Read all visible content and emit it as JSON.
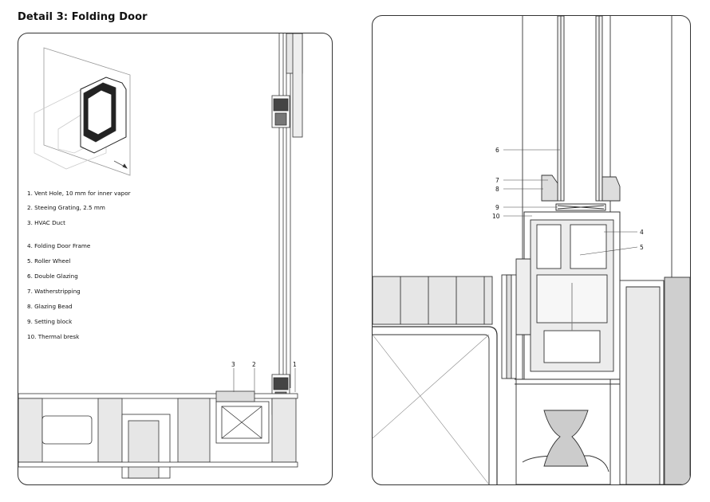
{
  "title": "Detail 3: Folding Door",
  "legend": [
    "1. Vent Hole, 10 mm for inner vapor",
    "2. Steeing Grating, 2.5 mm",
    "3. HVAC Duct",
    "4. Folding Door Frame",
    "5. Roller Wheel",
    "6. Double Glazing",
    "7. Watherstripping",
    "8. Glazing Bead",
    "9. Setting block",
    "10. Thermal bresk"
  ],
  "left_callouts": [
    "3",
    "2",
    "1"
  ],
  "right_callouts": {
    "c6": "6",
    "c7": "7",
    "c8": "8",
    "c9": "9",
    "c10": "10",
    "c4": "4",
    "c5": "5"
  }
}
